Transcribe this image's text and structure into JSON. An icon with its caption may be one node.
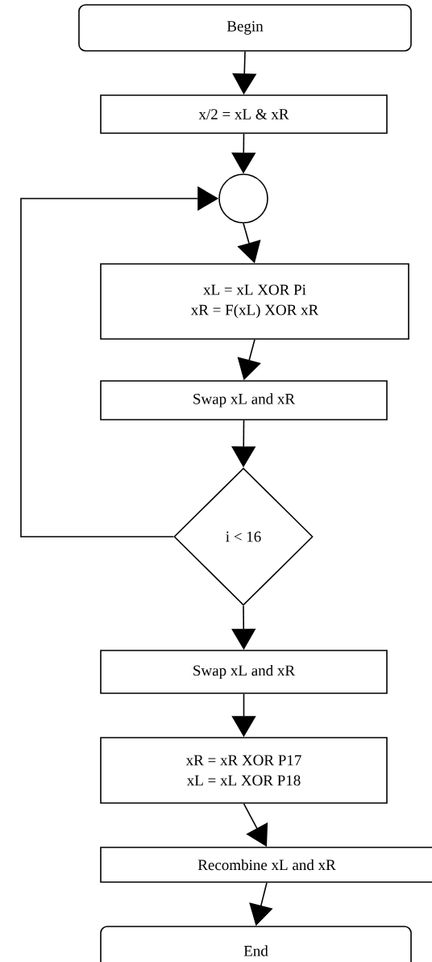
{
  "diagram": {
    "nodes": [
      {
        "text": [
          "Begin"
        ]
      },
      {
        "text": [
          "x/2 = xL & xR"
        ]
      },
      {
        "text": [],
        "shape": "circle"
      },
      {
        "text": [
          "xL = xL XOR Pi",
          "xR = F(xL) XOR xR"
        ]
      },
      {
        "text": [
          "Swap xL and xR"
        ]
      },
      {
        "text": [
          "i < 16"
        ]
      },
      {
        "text": [
          "Swap xL and xR"
        ]
      },
      {
        "text": [
          "xR = xR XOR P17",
          "xL = xL XOR P18"
        ]
      },
      {
        "text": [
          "Recombine xL and xR"
        ]
      },
      {
        "text": [
          "End"
        ]
      }
    ],
    "edges": [
      {
        "from": 0,
        "to": 1,
        "arrow": "to"
      },
      {
        "from": 1,
        "to": 2,
        "arrow": "to"
      },
      {
        "from": 2,
        "to": 3,
        "arrow": "to"
      },
      {
        "from": 3,
        "to": 4,
        "arrow": "to"
      },
      {
        "from": 4,
        "to": 5,
        "arrow": "to"
      },
      {
        "from": 5,
        "to": 2,
        "arrow": "to"
      },
      {
        "from": 5,
        "to": 6,
        "arrow": "to"
      },
      {
        "from": 6,
        "to": 7,
        "arrow": "to"
      },
      {
        "from": 7,
        "to": 8,
        "arrow": "to"
      },
      {
        "from": 8,
        "to": 9,
        "arrow": "to"
      }
    ]
  }
}
